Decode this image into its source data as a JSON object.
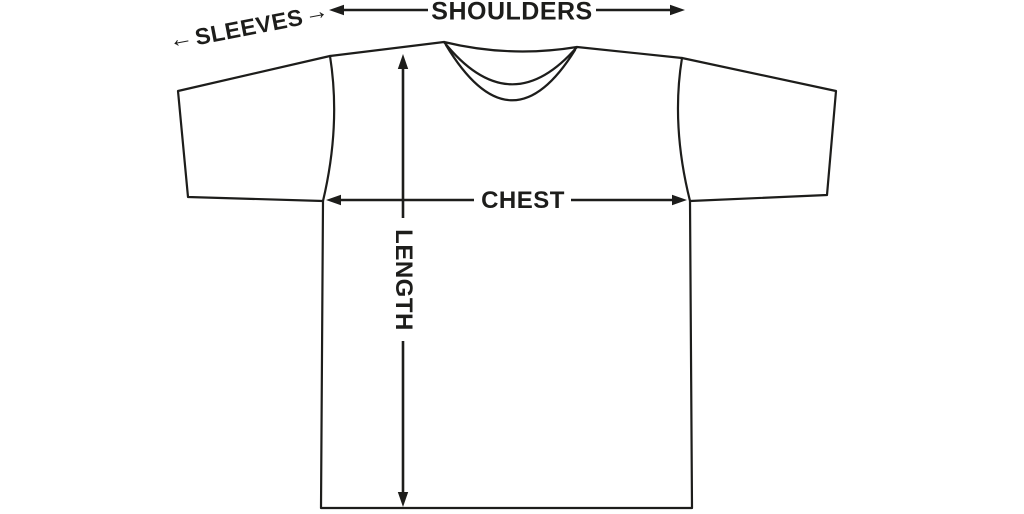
{
  "labels": {
    "sleeves": "SLEEVES",
    "shoulders": "SHOULDERS",
    "chest": "CHEST",
    "length": "LENGTH"
  },
  "icons": {
    "sleeves_left_arrow": "←",
    "sleeves_right_arrow": "→"
  },
  "colors": {
    "ink": "#1d1d1b",
    "background": "#ffffff"
  }
}
